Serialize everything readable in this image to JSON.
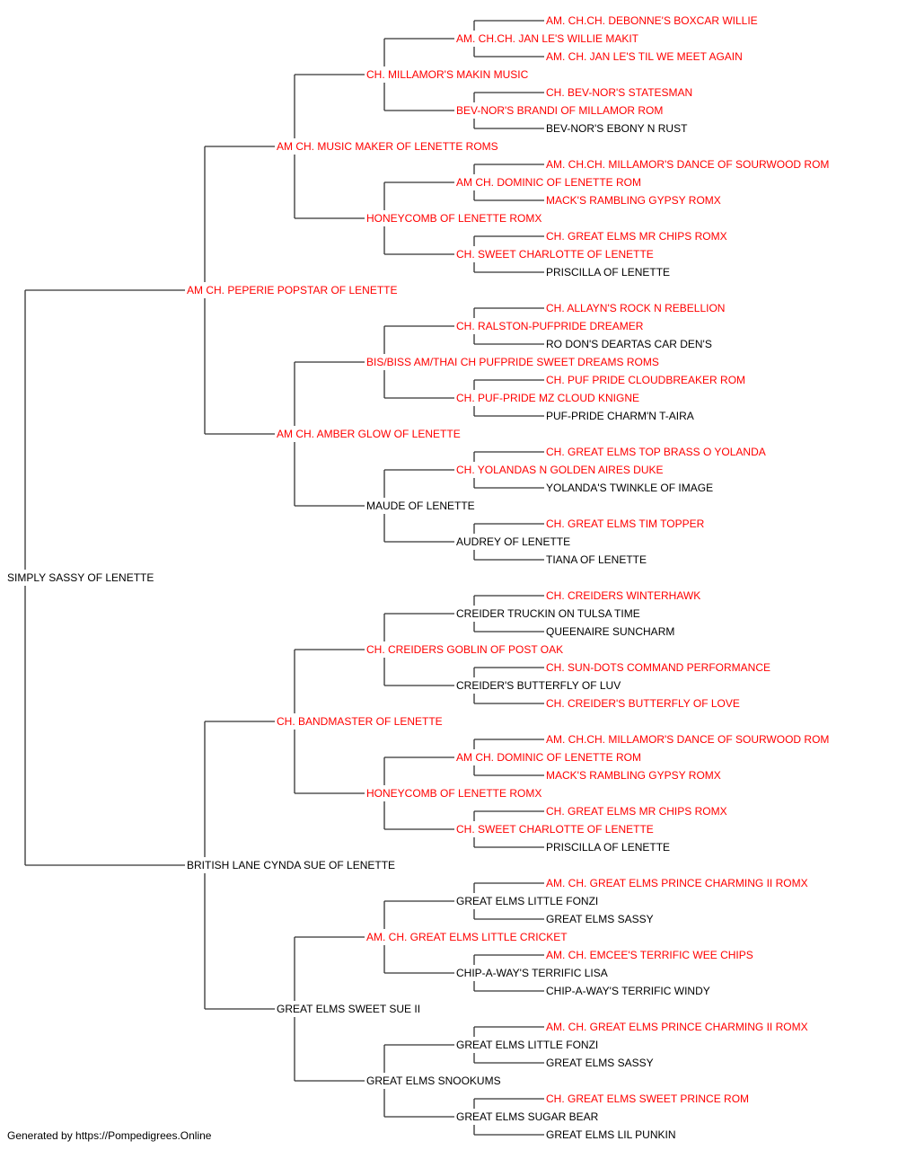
{
  "colors": {
    "champion": "#ff0000",
    "normal": "#000000",
    "line": "#333333"
  },
  "footer": "Generated by https://Pompedigrees.Online",
  "pedigree": {
    "name": "SIMPLY SASSY OF LENETTE",
    "champion": false,
    "sire": {
      "name": "AM CH. PEPERIE POPSTAR OF LENETTE",
      "champion": true,
      "sire": {
        "name": "AM CH. MUSIC MAKER OF LENETTE ROMS",
        "champion": true,
        "sire": {
          "name": "CH. MILLAMOR'S MAKIN MUSIC",
          "champion": true,
          "sire": {
            "name": "AM. CH.CH. JAN LE'S WILLIE MAKIT",
            "champion": true,
            "sire": {
              "name": "AM. CH.CH. DEBONNE'S BOXCAR WILLIE",
              "champion": true
            },
            "dam": {
              "name": "AM. CH. JAN LE'S TIL WE MEET AGAIN",
              "champion": true
            }
          },
          "dam": {
            "name": "BEV-NOR'S BRANDI OF MILLAMOR ROM",
            "champion": true,
            "sire": {
              "name": "CH. BEV-NOR'S STATESMAN",
              "champion": true
            },
            "dam": {
              "name": "BEV-NOR'S EBONY N RUST",
              "champion": false
            }
          }
        },
        "dam": {
          "name": "HONEYCOMB OF LENETTE ROMX",
          "champion": true,
          "sire": {
            "name": "AM CH. DOMINIC OF LENETTE ROM",
            "champion": true,
            "sire": {
              "name": "AM. CH.CH. MILLAMOR'S DANCE OF SOURWOOD ROM",
              "champion": true
            },
            "dam": {
              "name": "MACK'S RAMBLING GYPSY ROMX",
              "champion": true
            }
          },
          "dam": {
            "name": "CH. SWEET CHARLOTTE OF LENETTE",
            "champion": true,
            "sire": {
              "name": "CH. GREAT ELMS MR CHIPS ROMX",
              "champion": true
            },
            "dam": {
              "name": "PRISCILLA OF LENETTE",
              "champion": false
            }
          }
        }
      },
      "dam": {
        "name": "AM CH. AMBER GLOW OF LENETTE",
        "champion": true,
        "sire": {
          "name": "BIS/BISS AM/THAI CH PUFPRIDE SWEET DREAMS ROMS",
          "champion": true,
          "sire": {
            "name": "CH. RALSTON-PUFPRIDE DREAMER",
            "champion": true,
            "sire": {
              "name": "CH. ALLAYN'S ROCK N REBELLION",
              "champion": true
            },
            "dam": {
              "name": "RO DON'S DEARTAS CAR DEN'S",
              "champion": false
            }
          },
          "dam": {
            "name": "CH. PUF-PRIDE MZ CLOUD KNIGNE",
            "champion": true,
            "sire": {
              "name": "CH. PUF PRIDE CLOUDBREAKER ROM",
              "champion": true
            },
            "dam": {
              "name": "PUF-PRIDE CHARM'N T-AIRA",
              "champion": false
            }
          }
        },
        "dam": {
          "name": "MAUDE OF LENETTE",
          "champion": false,
          "sire": {
            "name": "CH. YOLANDAS N GOLDEN AIRES DUKE",
            "champion": true,
            "sire": {
              "name": "CH. GREAT ELMS TOP BRASS O YOLANDA",
              "champion": true
            },
            "dam": {
              "name": "YOLANDA'S TWINKLE OF IMAGE",
              "champion": false
            }
          },
          "dam": {
            "name": "AUDREY OF LENETTE",
            "champion": false,
            "sire": {
              "name": "CH. GREAT ELMS TIM TOPPER",
              "champion": true
            },
            "dam": {
              "name": "TIANA OF LENETTE",
              "champion": false
            }
          }
        }
      }
    },
    "dam": {
      "name": "BRITISH LANE CYNDA SUE OF LENETTE",
      "champion": false,
      "sire": {
        "name": "CH. BANDMASTER OF LENETTE",
        "champion": true,
        "sire": {
          "name": "CH. CREIDERS GOBLIN OF POST OAK",
          "champion": true,
          "sire": {
            "name": "CREIDER TRUCKIN ON TULSA TIME",
            "champion": false,
            "sire": {
              "name": "CH. CREIDERS WINTERHAWK",
              "champion": true
            },
            "dam": {
              "name": "QUEENAIRE SUNCHARM",
              "champion": false
            }
          },
          "dam": {
            "name": "CREIDER'S BUTTERFLY OF LUV",
            "champion": false,
            "sire": {
              "name": "CH. SUN-DOTS COMMAND PERFORMANCE",
              "champion": true
            },
            "dam": {
              "name": "CH. CREIDER'S BUTTERFLY OF LOVE",
              "champion": true
            }
          }
        },
        "dam": {
          "name": "HONEYCOMB OF LENETTE ROMX",
          "champion": true,
          "sire": {
            "name": "AM CH. DOMINIC OF LENETTE ROM",
            "champion": true,
            "sire": {
              "name": "AM. CH.CH. MILLAMOR'S DANCE OF SOURWOOD ROM",
              "champion": true
            },
            "dam": {
              "name": "MACK'S RAMBLING GYPSY ROMX",
              "champion": true
            }
          },
          "dam": {
            "name": "CH. SWEET CHARLOTTE OF LENETTE",
            "champion": true,
            "sire": {
              "name": "CH. GREAT ELMS MR CHIPS ROMX",
              "champion": true
            },
            "dam": {
              "name": "PRISCILLA OF LENETTE",
              "champion": false
            }
          }
        }
      },
      "dam": {
        "name": "GREAT ELMS SWEET SUE II",
        "champion": false,
        "sire": {
          "name": "AM. CH. GREAT ELMS LITTLE CRICKET",
          "champion": true,
          "sire": {
            "name": "GREAT ELMS LITTLE FONZI",
            "champion": false,
            "sire": {
              "name": "AM. CH. GREAT ELMS PRINCE CHARMING II ROMX",
              "champion": true
            },
            "dam": {
              "name": "GREAT ELMS SASSY",
              "champion": false
            }
          },
          "dam": {
            "name": "CHIP-A-WAY'S TERRIFIC LISA",
            "champion": false,
            "sire": {
              "name": "AM. CH. EMCEE'S TERRIFIC WEE CHIPS",
              "champion": true
            },
            "dam": {
              "name": "CHIP-A-WAY'S TERRIFIC WINDY",
              "champion": false
            }
          }
        },
        "dam": {
          "name": "GREAT ELMS SNOOKUMS",
          "champion": false,
          "sire": {
            "name": "GREAT ELMS LITTLE FONZI",
            "champion": false,
            "sire": {
              "name": "AM. CH. GREAT ELMS PRINCE CHARMING II ROMX",
              "champion": true
            },
            "dam": {
              "name": "GREAT ELMS SASSY",
              "champion": false
            }
          },
          "dam": {
            "name": "GREAT ELMS SUGAR BEAR",
            "champion": false,
            "sire": {
              "name": "CH. GREAT ELMS SWEET PRINCE ROM",
              "champion": true
            },
            "dam": {
              "name": "GREAT ELMS LIL PUNKIN",
              "champion": false
            }
          }
        }
      }
    }
  }
}
